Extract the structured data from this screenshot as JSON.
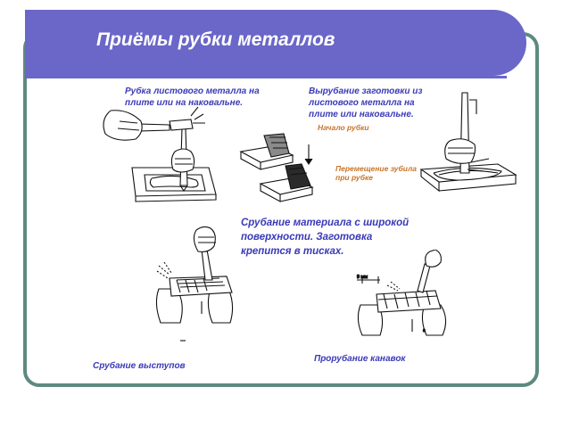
{
  "slide": {
    "title": "Приёмы рубки металлов"
  },
  "captions": {
    "sheet_metal": "Рубка листового металла на\nплите или на наковальне.",
    "blank_cutting": "Вырубание заготовки из\nлистового металла на\nплите или наковальне.",
    "cut_start": "Начало рубки",
    "chisel_move": "Перемещение зубила\nпри рубке",
    "wide_surface": "Срубание материала с широкой\nповерхности. Заготовка\nкрепится в тисках.",
    "protrusions": "Срубание выступов",
    "grooves": "Прорубание канавок"
  },
  "figure_labels": {
    "groove_width": "9 мм",
    "groove_fig_letter": "а"
  },
  "colors": {
    "title_bar": "#6a67c8",
    "frame_border": "#5d8a80",
    "caption_blue": "#3a3ab8",
    "caption_orange": "#c8752a"
  }
}
